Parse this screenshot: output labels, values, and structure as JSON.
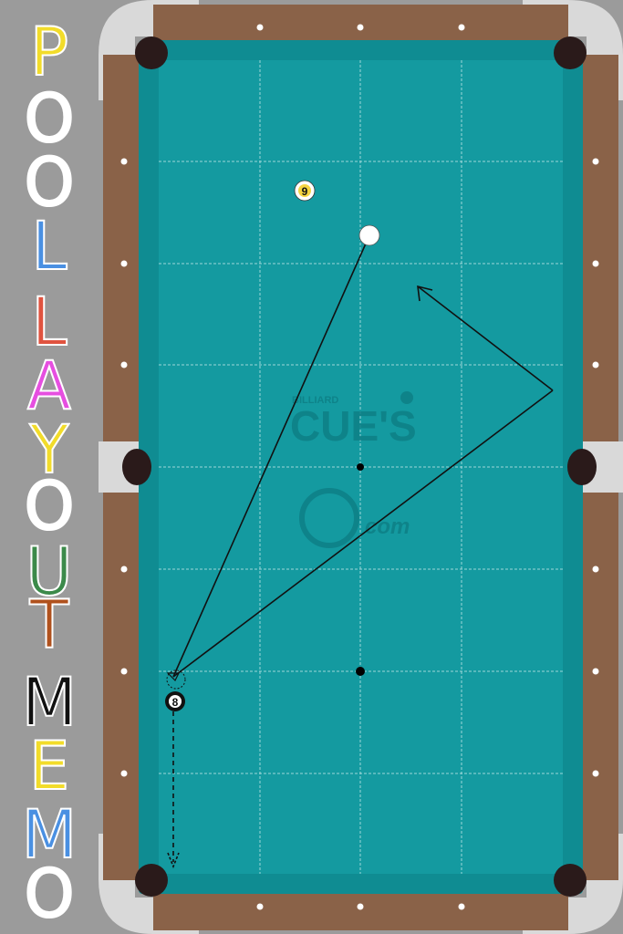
{
  "title": {
    "letters": [
      {
        "char": "P",
        "color": "#f2dc2a"
      },
      {
        "char": "O",
        "color": "#ffffff"
      },
      {
        "char": "O",
        "color": "#ffffff"
      },
      {
        "char": "L",
        "color": "#4a90e2"
      },
      {
        "char": "L",
        "color": "#e0533f"
      },
      {
        "char": "A",
        "color": "#e64fe0"
      },
      {
        "char": "Y",
        "color": "#f2dc2a"
      },
      {
        "char": "O",
        "color": "#ffffff"
      },
      {
        "char": "U",
        "color": "#3c8a4a"
      },
      {
        "char": "T",
        "color": "#b0511d"
      },
      {
        "char": "M",
        "color": "#111111"
      },
      {
        "char": "E",
        "color": "#f2dc2a"
      },
      {
        "char": "M",
        "color": "#4a90e2"
      },
      {
        "char": "O",
        "color": "#ffffff"
      }
    ]
  },
  "table": {
    "cloth_color": "#149aa0",
    "rail_color": "#8a6248",
    "corner_color": "#d9d9d9"
  },
  "balls": {
    "nine_label": "9",
    "eight_label": "8",
    "cue_ball_color": "#ffffff",
    "nine_color": "#f5d442"
  },
  "watermark": {
    "small": "BILLIARD",
    "main": "CUE'S",
    "sub": "com"
  }
}
